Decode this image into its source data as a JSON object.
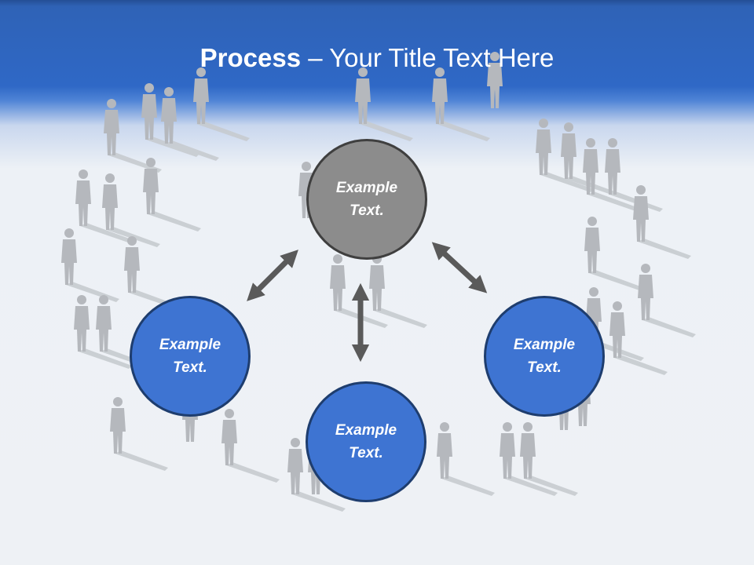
{
  "slide": {
    "title_bold": "Process",
    "title_rest": " – Your Title Text Here"
  },
  "diagram": {
    "nodes": [
      {
        "id": "top",
        "label": "Example\nText.",
        "color": "#8c8c8c"
      },
      {
        "id": "left",
        "label": "Example\nText.",
        "color": "#3e74d2"
      },
      {
        "id": "bottom",
        "label": "Example\nText.",
        "color": "#3e74d2"
      },
      {
        "id": "right",
        "label": "Example\nText.",
        "color": "#3e74d2"
      }
    ],
    "connectors": [
      {
        "from": "top",
        "to": "left",
        "style": "double-arrow"
      },
      {
        "from": "top",
        "to": "bottom",
        "style": "double-arrow"
      },
      {
        "from": "top",
        "to": "right",
        "style": "double-arrow"
      }
    ],
    "colors": {
      "arrow": "#5a5a5a",
      "header": "#2f68c6",
      "background": "#eef1f5"
    }
  },
  "background": {
    "description_icon": "crowd-silhouettes"
  }
}
